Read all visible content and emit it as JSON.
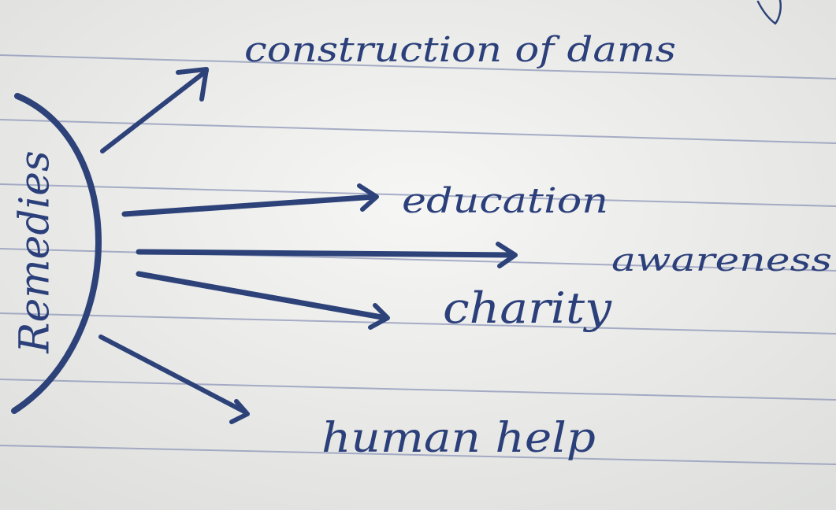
{
  "diagram": {
    "root": "Remedies",
    "branches": [
      "construction of dams",
      "education",
      "awareness",
      "charity",
      "human help"
    ]
  },
  "colors": {
    "paper": "#f1f1f0",
    "rule_line": "#8d96b8",
    "ink": "#2d4279"
  }
}
